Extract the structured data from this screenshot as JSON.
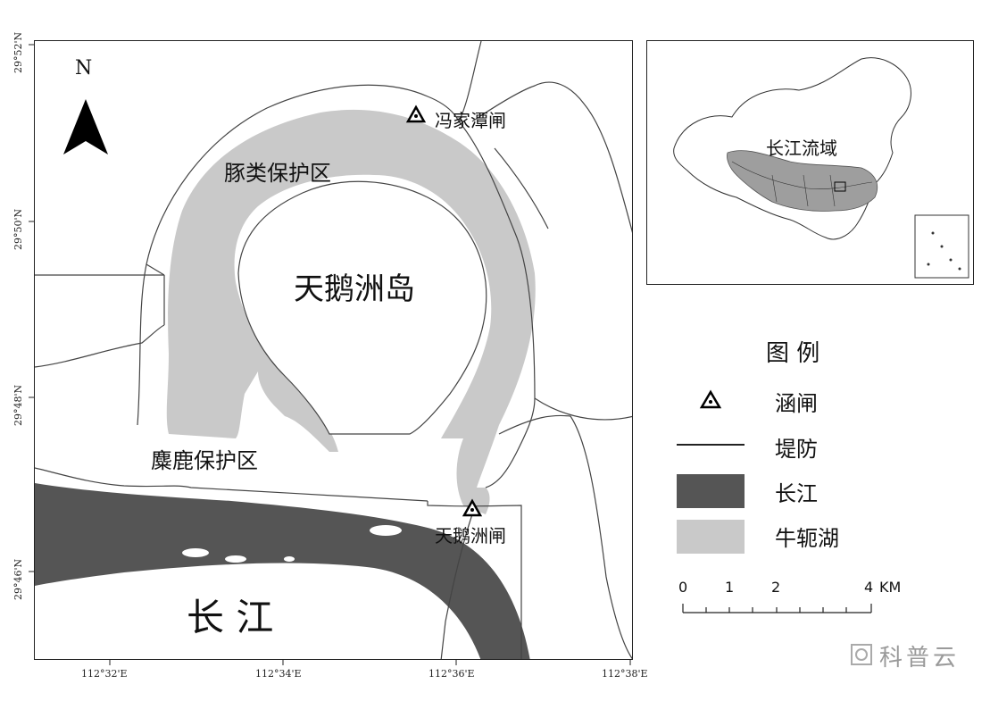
{
  "map": {
    "labels": {
      "island": "天鹅洲岛",
      "porpoise_reserve": "豚类保护区",
      "deer_reserve": "麋鹿保护区",
      "yangtze": "长 江",
      "sluice_north": "冯家潭闸",
      "sluice_south": "天鹅洲闸"
    },
    "north_arrow": "N",
    "lon_ticks": [
      "112°32'E",
      "112°34'E",
      "112°36'E",
      "112°38'E"
    ],
    "lat_ticks": [
      "29°52'N",
      "29°50'N",
      "29°48'N",
      "29°46'N"
    ]
  },
  "inset": {
    "label": "长江流域"
  },
  "legend": {
    "title": "图 例",
    "items": [
      {
        "symbol": "triangle-icon",
        "label": "涵闸"
      },
      {
        "symbol": "line",
        "label": "堤防"
      },
      {
        "symbol": "dark-fill",
        "label": "长江",
        "color": "#555555"
      },
      {
        "symbol": "light-fill",
        "label": "牛轭湖",
        "color": "#c9c9c9"
      }
    ]
  },
  "scalebar": {
    "ticks": [
      "0",
      "1",
      "2",
      "4"
    ],
    "unit": "KM"
  },
  "watermark": {
    "text": "科普云"
  },
  "colors": {
    "river": "#555555",
    "oxbow": "#c9c9c9",
    "dike": "#444444"
  }
}
